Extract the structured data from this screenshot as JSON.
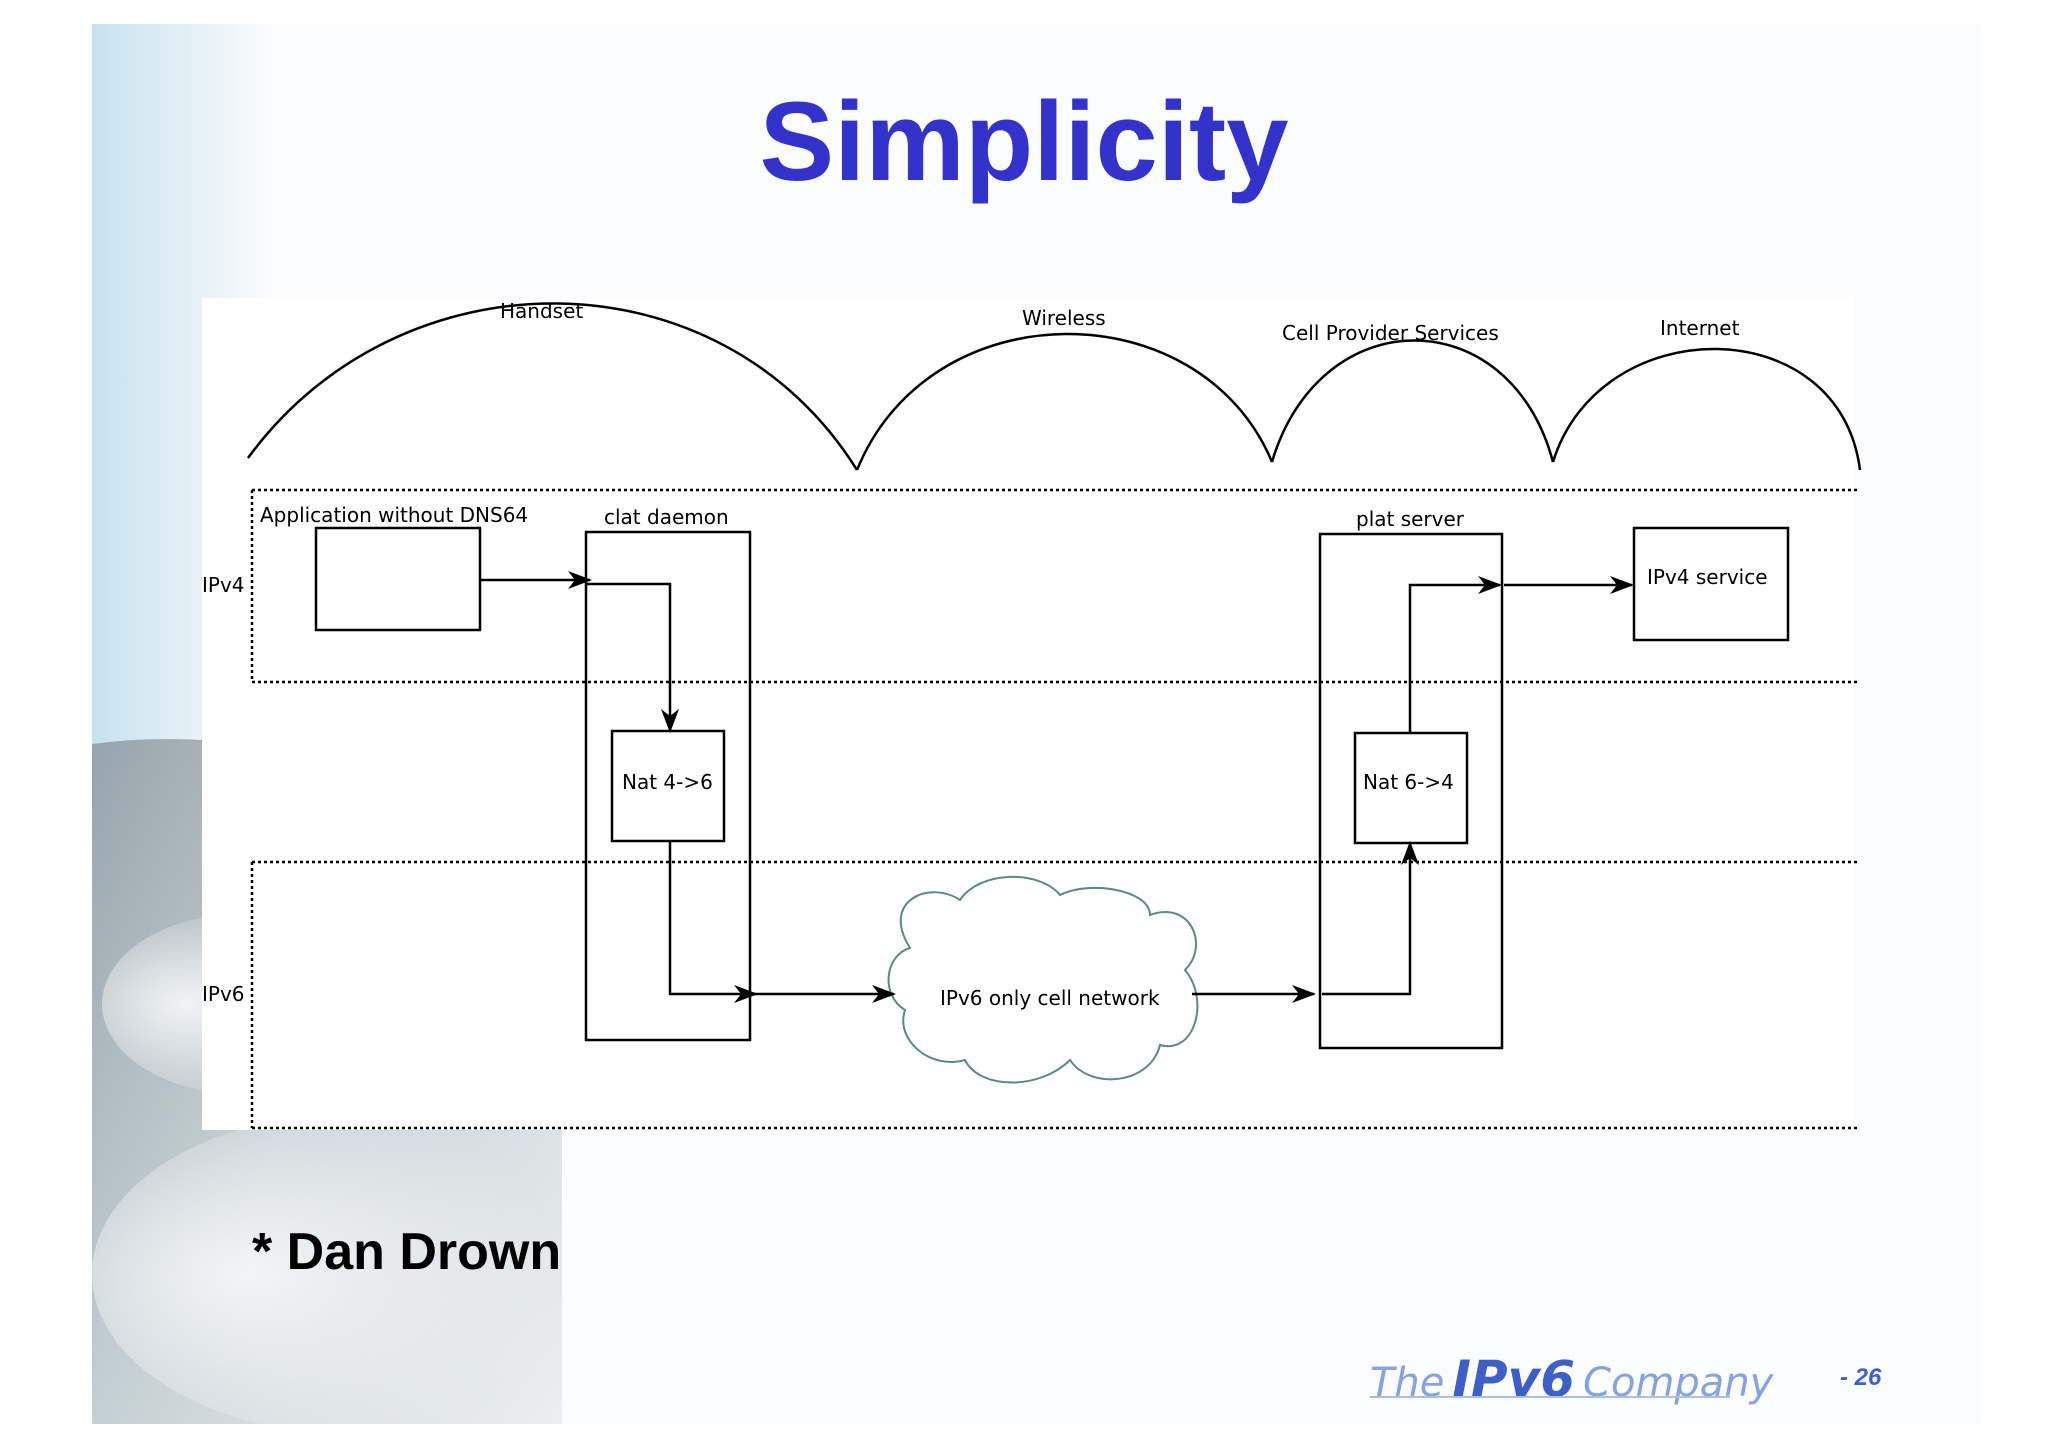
{
  "slide": {
    "title": "Simplicity",
    "credit": "* Dan Drown",
    "logo": {
      "word1": "The",
      "word2": "IPv6",
      "word3": "Company"
    },
    "page_number": "- 26"
  },
  "diagram": {
    "segments": [
      "Handset",
      "Wireless",
      "Cell Provider Services",
      "Internet"
    ],
    "layers": [
      "IPv4",
      "IPv6"
    ],
    "app_label": "Application without DNS64",
    "clat_label": "clat daemon",
    "plat_label": "plat server",
    "nat46_label": "Nat 4->6",
    "nat64_label": "Nat 6->4",
    "ipv4_service_label": "IPv4 service",
    "cloud_label": "IPv6 only cell network"
  },
  "colors": {
    "title": "#3333cc",
    "logo": "#3f5fc8",
    "cloud_stroke": "#5a8a85"
  }
}
